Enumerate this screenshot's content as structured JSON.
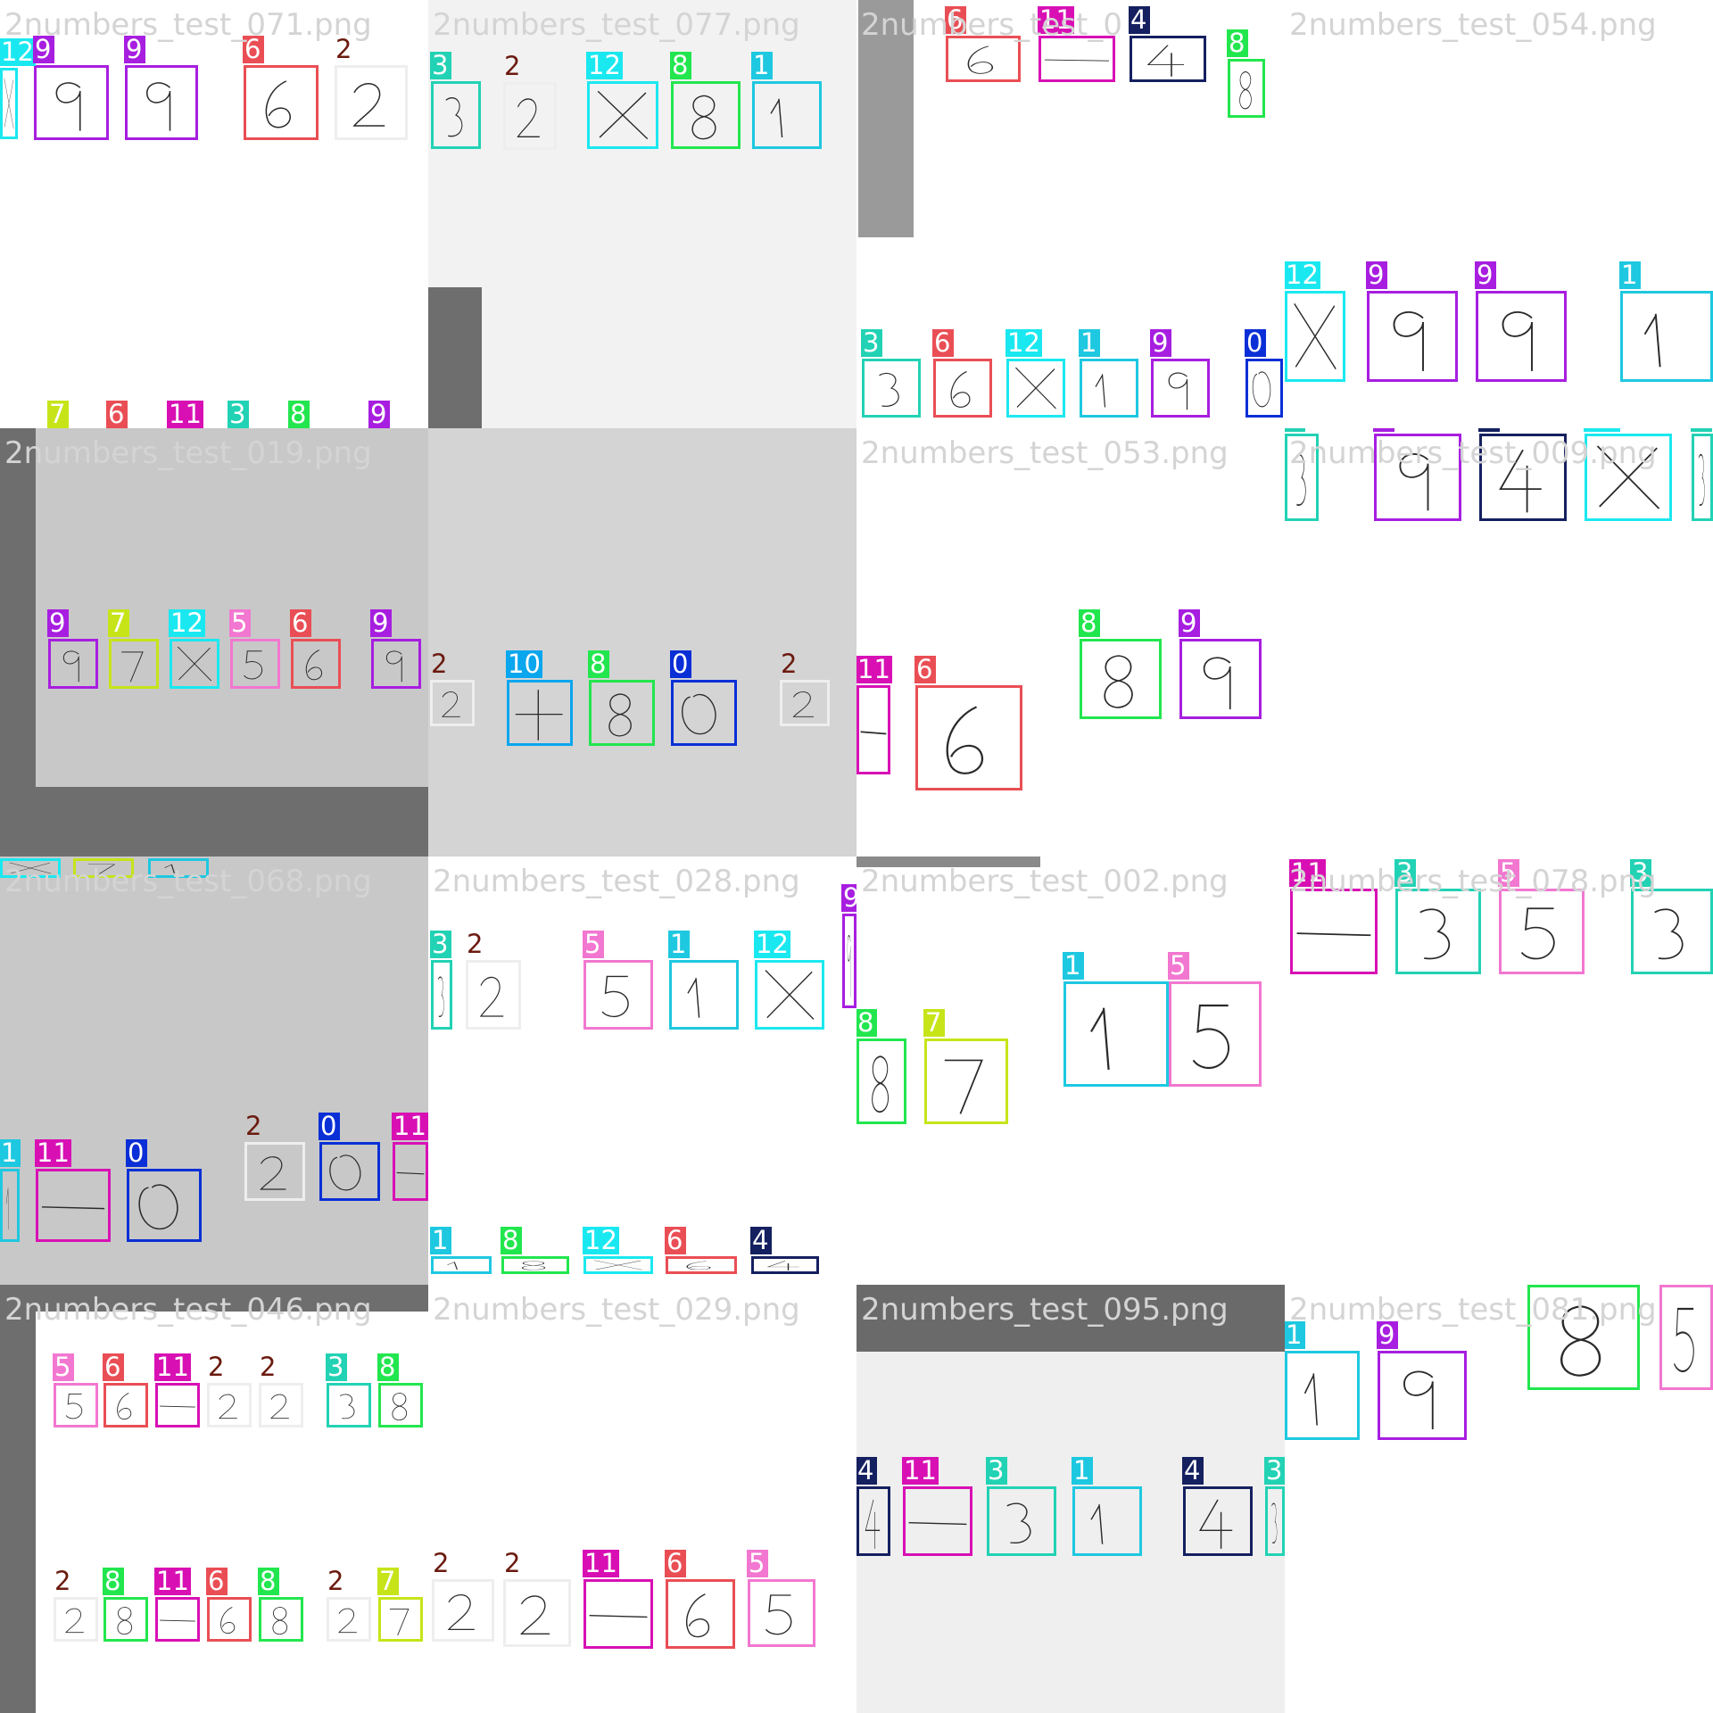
{
  "colors": {
    "0": "#0a2fd6",
    "1": "#1ec8e0",
    "2": "#eeeeee",
    "3": "#22d2b4",
    "4": "#152060",
    "5": "#f277d0",
    "6": "#ea4e55",
    "7": "#c6e418",
    "8": "#22e64e",
    "9": "#a71ee0",
    "10": "#0aa6ee",
    "11": "#d810b4",
    "12": "#1ae8f0"
  },
  "tiles": [
    {
      "id": "t071",
      "title": "2numbers_test_071.png",
      "bg": "#ffffff",
      "shades": [],
      "boxes": [
        {
          "label": "12",
          "glyph": "12"
        },
        {
          "label": "9",
          "glyph": "9"
        },
        {
          "label": "9",
          "glyph": "9"
        },
        {
          "label": "6",
          "glyph": "6"
        },
        {
          "label": "2",
          "glyph": "2"
        },
        {
          "label": "7",
          "glyph": "7"
        },
        {
          "label": "6",
          "glyph": "6"
        },
        {
          "label": "11",
          "glyph": "11"
        },
        {
          "label": "3",
          "glyph": "3"
        },
        {
          "label": "8",
          "glyph": "8"
        },
        {
          "label": "9",
          "glyph": "9"
        }
      ]
    },
    {
      "id": "t077",
      "title": "2numbers_test_077.png",
      "bg": "#f2f2f2",
      "shades": [],
      "boxes": [
        {
          "label": "3",
          "glyph": "3"
        },
        {
          "label": "2",
          "glyph": "2"
        },
        {
          "label": "12",
          "glyph": "12"
        },
        {
          "label": "8",
          "glyph": "8"
        },
        {
          "label": "1",
          "glyph": "1"
        }
      ]
    },
    {
      "id": "t0xx",
      "title": "2numbers_test_0",
      "bg": "#ffffff",
      "shades": [],
      "boxes": [
        {
          "label": "6",
          "glyph": "6"
        },
        {
          "label": "11",
          "glyph": "11"
        },
        {
          "label": "4",
          "glyph": "4"
        },
        {
          "label": "8",
          "glyph": "8"
        },
        {
          "label": "3",
          "glyph": "3"
        },
        {
          "label": "6",
          "glyph": "6"
        },
        {
          "label": "12",
          "glyph": "12"
        },
        {
          "label": "1",
          "glyph": "1"
        },
        {
          "label": "9",
          "glyph": "9"
        },
        {
          "label": "0",
          "glyph": "0"
        }
      ]
    },
    {
      "id": "t054",
      "title": "2numbers_test_054.png",
      "bg": "#ffffff",
      "shades": [],
      "boxes": [
        {
          "label": "12",
          "glyph": "12"
        },
        {
          "label": "9",
          "glyph": "9"
        },
        {
          "label": "9",
          "glyph": "9"
        },
        {
          "label": "1",
          "glyph": "1"
        }
      ]
    },
    {
      "id": "t019",
      "title": "2numbers_test_019.png",
      "bg": "#c8c8c8",
      "shades": [],
      "boxes": [
        {
          "label": "9",
          "glyph": "9"
        },
        {
          "label": "7",
          "glyph": "7"
        },
        {
          "label": "12",
          "glyph": "12"
        },
        {
          "label": "5",
          "glyph": "5"
        },
        {
          "label": "6",
          "glyph": "6"
        },
        {
          "label": "9",
          "glyph": "9"
        }
      ]
    },
    {
      "id": "t049",
      "title": "2numbers_test_049.png",
      "bg": "#d4d4d4",
      "shades": [],
      "boxes": [
        {
          "label": "2",
          "glyph": "2"
        },
        {
          "label": "10",
          "glyph": "10"
        },
        {
          "label": "8",
          "glyph": "8"
        },
        {
          "label": "0",
          "glyph": "0"
        },
        {
          "label": "2",
          "glyph": "2"
        }
      ]
    },
    {
      "id": "t053",
      "title": "2numbers_test_053.png",
      "bg": "#ffffff",
      "shades": [],
      "boxes": [
        {
          "label": "11",
          "glyph": "11"
        },
        {
          "label": "6",
          "glyph": "6"
        },
        {
          "label": "8",
          "glyph": "8"
        },
        {
          "label": "9",
          "glyph": "9"
        }
      ]
    },
    {
      "id": "t009",
      "title": "2numbers_test_009.png",
      "bg": "#ffffff",
      "shades": [],
      "boxes": [
        {
          "label": "3",
          "glyph": "3"
        },
        {
          "label": "9",
          "glyph": "9"
        },
        {
          "label": "4",
          "glyph": "4"
        },
        {
          "label": "12",
          "glyph": "12"
        },
        {
          "label": "3",
          "glyph": "3"
        }
      ]
    },
    {
      "id": "t068",
      "title": "2numbers_test_068.png",
      "bg": "#c8c8c8",
      "shades": [],
      "boxes": [
        {
          "label": "12",
          "glyph": "12"
        },
        {
          "label": "7",
          "glyph": "7"
        },
        {
          "label": "1",
          "glyph": "1"
        },
        {
          "label": "1",
          "glyph": "1"
        },
        {
          "label": "11",
          "glyph": "11"
        },
        {
          "label": "0",
          "glyph": "0"
        },
        {
          "label": "2",
          "glyph": "2"
        },
        {
          "label": "0",
          "glyph": "0"
        },
        {
          "label": "11",
          "glyph": "11"
        }
      ]
    },
    {
      "id": "t028",
      "title": "2numbers_test_028.png",
      "bg": "#ffffff",
      "shades": [],
      "boxes": [
        {
          "label": "3",
          "glyph": "3"
        },
        {
          "label": "2",
          "glyph": "2"
        },
        {
          "label": "5",
          "glyph": "5"
        },
        {
          "label": "1",
          "glyph": "1"
        },
        {
          "label": "12",
          "glyph": "12"
        },
        {
          "label": "9",
          "glyph": "9"
        },
        {
          "label": "1",
          "glyph": "1"
        },
        {
          "label": "8",
          "glyph": "8"
        },
        {
          "label": "12",
          "glyph": "12"
        },
        {
          "label": "6",
          "glyph": "6"
        },
        {
          "label": "4",
          "glyph": "4"
        }
      ]
    },
    {
      "id": "t002",
      "title": "2numbers_test_002.png",
      "bg": "#ffffff",
      "shades": [],
      "boxes": [
        {
          "label": "8",
          "glyph": "8"
        },
        {
          "label": "7",
          "glyph": "7"
        },
        {
          "label": "1",
          "glyph": "1"
        },
        {
          "label": "5",
          "glyph": "5"
        }
      ]
    },
    {
      "id": "t078",
      "title": "2numbers_test_078.png",
      "bg": "#ffffff",
      "shades": [],
      "boxes": [
        {
          "label": "11",
          "glyph": "11"
        },
        {
          "label": "3",
          "glyph": "3"
        },
        {
          "label": "5",
          "glyph": "5"
        },
        {
          "label": "3",
          "glyph": "3"
        }
      ]
    },
    {
      "id": "t046",
      "title": "2numbers_test_046.png",
      "bg": "#ffffff",
      "shades": [],
      "boxes": [
        {
          "label": "5",
          "glyph": "5"
        },
        {
          "label": "6",
          "glyph": "6"
        },
        {
          "label": "11",
          "glyph": "11"
        },
        {
          "label": "2",
          "glyph": "2"
        },
        {
          "label": "2",
          "glyph": "2"
        },
        {
          "label": "3",
          "glyph": "3"
        },
        {
          "label": "8",
          "glyph": "8"
        },
        {
          "label": "2",
          "glyph": "2"
        },
        {
          "label": "8",
          "glyph": "8"
        },
        {
          "label": "11",
          "glyph": "11"
        },
        {
          "label": "6",
          "glyph": "6"
        },
        {
          "label": "8",
          "glyph": "8"
        },
        {
          "label": "2",
          "glyph": "2"
        },
        {
          "label": "7",
          "glyph": "7"
        }
      ]
    },
    {
      "id": "t029",
      "title": "2numbers_test_029.png",
      "bg": "#ffffff",
      "shades": [],
      "boxes": [
        {
          "label": "2",
          "glyph": "2"
        },
        {
          "label": "2",
          "glyph": "2"
        },
        {
          "label": "11",
          "glyph": "11"
        },
        {
          "label": "6",
          "glyph": "6"
        },
        {
          "label": "5",
          "glyph": "5"
        }
      ]
    },
    {
      "id": "t095",
      "title": "2numbers_test_095.png",
      "bg": "#efefef",
      "shades": [],
      "boxes": [
        {
          "label": "4",
          "glyph": "4"
        },
        {
          "label": "11",
          "glyph": "11"
        },
        {
          "label": "3",
          "glyph": "3"
        },
        {
          "label": "1",
          "glyph": "1"
        },
        {
          "label": "4",
          "glyph": "4"
        },
        {
          "label": "3",
          "glyph": "3"
        }
      ]
    },
    {
      "id": "t081",
      "title": "2numbers_test_081.png",
      "bg": "#ffffff",
      "shades": [],
      "boxes": [
        {
          "label": "1",
          "glyph": "1"
        },
        {
          "label": "9",
          "glyph": "9"
        },
        {
          "label": "8",
          "glyph": "8"
        },
        {
          "label": "5",
          "glyph": "5"
        }
      ]
    }
  ]
}
